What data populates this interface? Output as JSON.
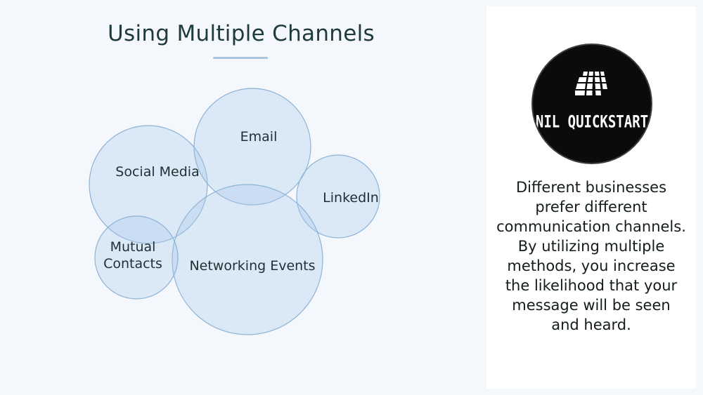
{
  "slide": {
    "title": "Using Multiple Channels"
  },
  "diagram": {
    "bubbles": [
      {
        "id": "social-media",
        "label": [
          "Social Media"
        ]
      },
      {
        "id": "email",
        "label": [
          "Email"
        ]
      },
      {
        "id": "linkedin",
        "label": [
          "LinkedIn"
        ]
      },
      {
        "id": "networking-events",
        "label": [
          "Networking Events"
        ]
      },
      {
        "id": "mutual-contacts",
        "label": [
          "Mutual",
          "Contacts"
        ]
      }
    ]
  },
  "sidebar": {
    "logo_text": "NIL QUICKSTART",
    "description": "Different businesses prefer different communication channels. By utilizing multiple methods, you increase the likelihood that your message will be seen and heard."
  },
  "colors": {
    "background": "#f4f8fc",
    "bubble_fill": "#a9c9ea",
    "bubble_stroke": "#8db3d6",
    "title_text": "#1f3a3a",
    "accent_rule": "#a9c6dd",
    "logo_background": "#0b0b0b"
  }
}
